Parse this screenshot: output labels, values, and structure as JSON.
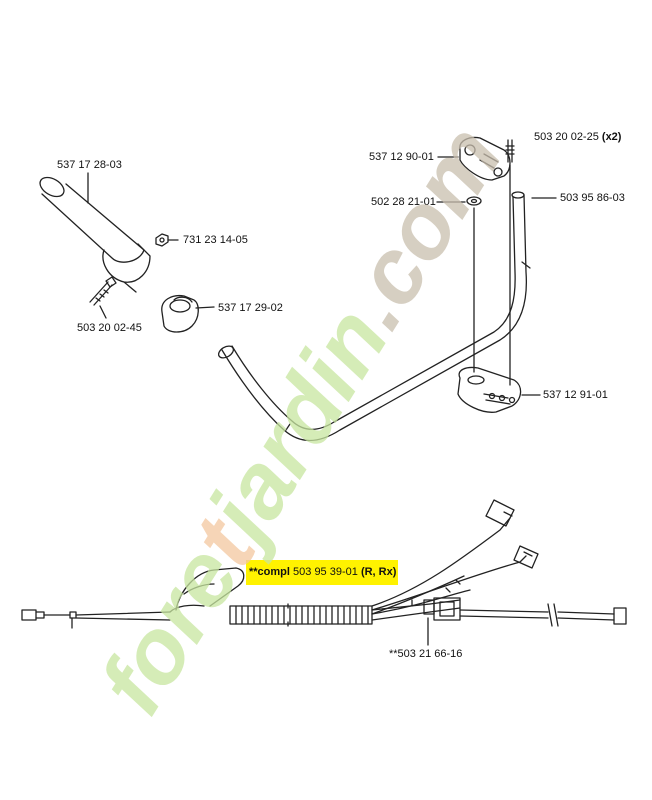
{
  "labels": {
    "grip": "537 17 28-03",
    "nut": "731 23 14-05",
    "screw_left": "503 20 02-45",
    "clamp": "537 17 29-02",
    "top_bracket": "537 12 90-01",
    "top_screw": "503 20 02-25",
    "top_screw_qty": "(x2)",
    "washer": "502 28 21-01",
    "handle_bar": "503 95 86-03",
    "bottom_bracket": "537 12 91-01",
    "cable_clip": "**503 21 66-16"
  },
  "highlight": {
    "prefix": "**compl",
    "part_no": "503 95 39-01",
    "suffix": "(R, Rx)",
    "color": "#fff200"
  },
  "watermark": {
    "text": "foretjardin.com",
    "colors": [
      "#c8e6a0",
      "#c9bfae",
      "#f4c8a0"
    ]
  }
}
